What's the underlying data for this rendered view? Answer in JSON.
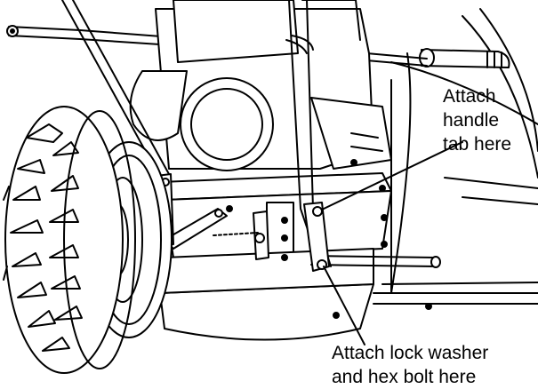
{
  "callouts": {
    "handle_tab": {
      "lines": [
        "Attach",
        "handle",
        "tab here"
      ]
    },
    "lock_washer": {
      "lines": [
        "Attach lock washer",
        "and hex bolt here"
      ]
    }
  },
  "colors": {
    "line": "#000000",
    "fill": "#ffffff",
    "hole": "#000000"
  }
}
